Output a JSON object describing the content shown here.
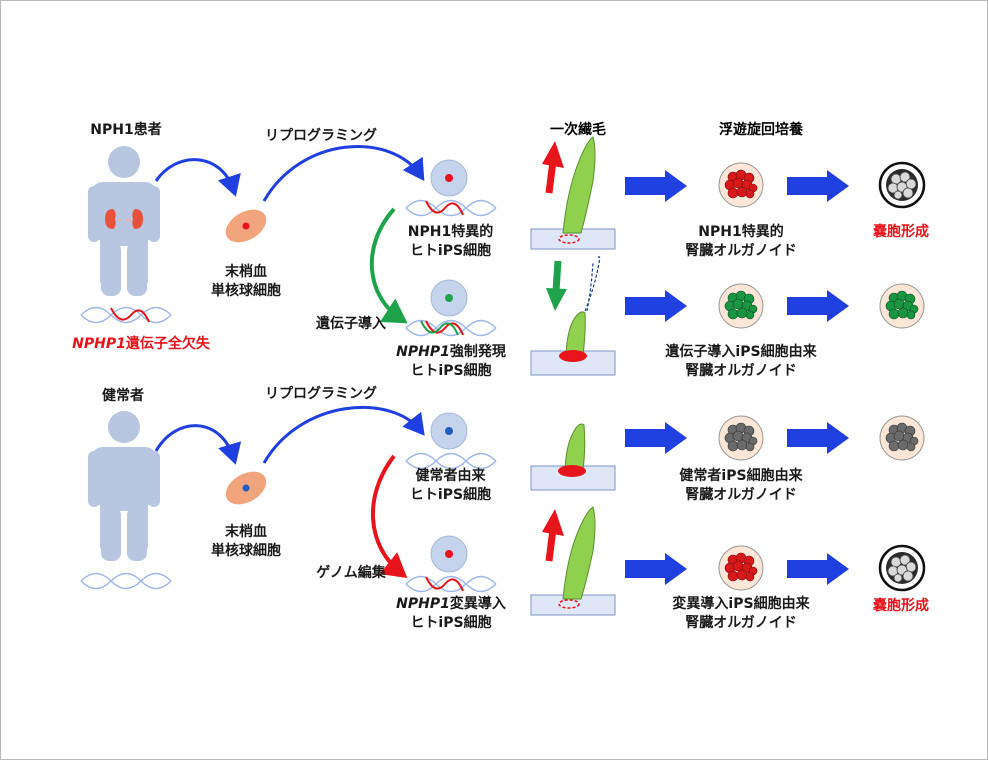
{
  "colors": {
    "red": "#e8141b",
    "blue_arrow": "#1f3fe0",
    "green_arrow": "#1fa34a",
    "body": "#b8c6e2",
    "cell_orange": "#f2a57c",
    "cilium_green": "#8fd14f",
    "organoid_red": "#d7191c",
    "organoid_green": "#1a9641",
    "organoid_gray": "#6b6b6b"
  },
  "headers": {
    "cilia": "一次繊毛",
    "culture": "浮遊旋回培養"
  },
  "patient": {
    "title": "NPH1患者",
    "gene_italic": "NPHP1",
    "gene_rest": "遺伝子全欠失",
    "blood_line1": "末梢血",
    "blood_line2": "単核球細胞",
    "reprogramming": "リプログラミング",
    "ips_line1": "NPH1特異的",
    "ips_line2": "ヒトiPS細胞",
    "gene_transfer": "遺伝子導入",
    "rescued_ips_italic": "NPHP1",
    "rescued_ips_rest": "強制発現",
    "rescued_ips_line2": "ヒトiPS細胞",
    "organoid_line1": "NPH1特異的",
    "organoid_line2": "腎臓オルガノイド",
    "rescued_organoid_line1": "遺伝子導入iPS細胞由来",
    "rescued_organoid_line2": "腎臓オルガノイド",
    "cyst": "嚢胞形成"
  },
  "healthy": {
    "title": "健常者",
    "blood_line1": "末梢血",
    "blood_line2": "単核球細胞",
    "reprogramming": "リプログラミング",
    "ips_line1": "健常者由来",
    "ips_line2": "ヒトiPS細胞",
    "genome_edit": "ゲノム編集",
    "mutant_ips_italic": "NPHP1",
    "mutant_ips_rest": "変異導入",
    "mutant_ips_line2": "ヒトiPS細胞",
    "organoid_line1": "健常者iPS細胞由来",
    "organoid_line2": "腎臓オルガノイド",
    "mutant_organoid_line1": "変異導入iPS細胞由来",
    "mutant_organoid_line2": "腎臓オルガノイド",
    "cyst": "嚢胞形成"
  }
}
